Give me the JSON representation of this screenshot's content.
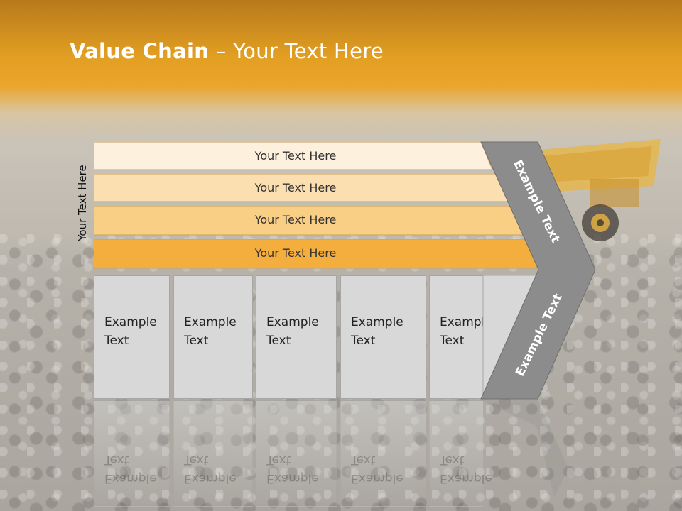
{
  "slide": {
    "title_bold": "Value Chain",
    "title_rest": " – Your Text Here",
    "vertical_label": "Your Text Here"
  },
  "bars": [
    {
      "label": "Your Text Here",
      "color": "#fdf0dc"
    },
    {
      "label": "Your Text Here",
      "color": "#fbdfb0"
    },
    {
      "label": "Your Text Here",
      "color": "#f9cf85"
    },
    {
      "label": "Your Text Here",
      "color": "#f4ae3d"
    }
  ],
  "boxes": [
    {
      "label": "Example\nText"
    },
    {
      "label": "Example\nText"
    },
    {
      "label": "Example\nText"
    },
    {
      "label": "Example\nText"
    },
    {
      "label": "Example\nText"
    }
  ],
  "chevron": {
    "top_label": "Example Text",
    "bottom_label": "Example Text",
    "color": "#8c8c8c"
  },
  "colors": {
    "header_orange": "#e29f22",
    "box_gray": "#d8d8d8",
    "box_border": "#a6a6a6"
  }
}
